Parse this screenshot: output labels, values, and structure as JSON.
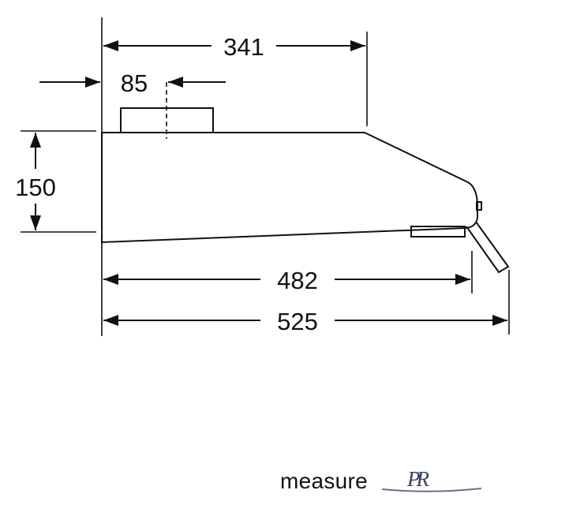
{
  "dimensions": {
    "overall_top_width": "341",
    "outlet_width": "85",
    "height": "150",
    "body_depth": "482",
    "total_depth": "525"
  },
  "footer": {
    "caption": "measure",
    "logo_letters": "PR"
  }
}
